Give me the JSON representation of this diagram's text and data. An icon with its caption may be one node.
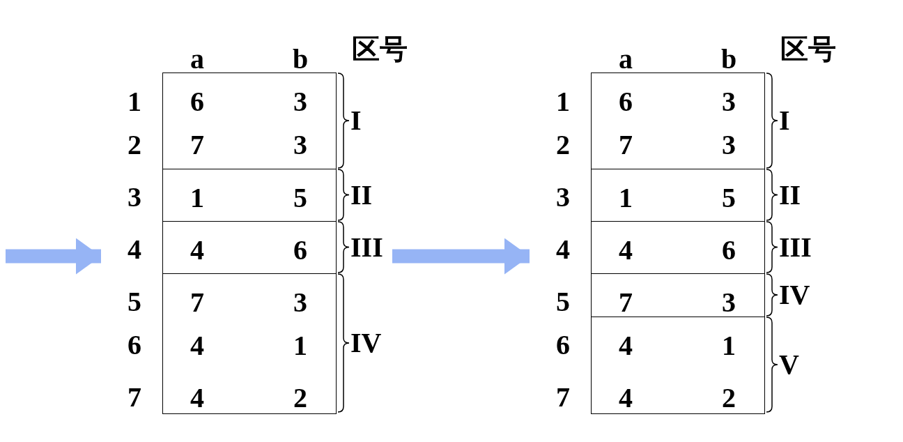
{
  "diagram": {
    "nodes": [
      {
        "text": [],
        "shape": "box"
      },
      {
        "text": [
          "6",
          "3",
          "7",
          "3"
        ],
        "in": 0,
        "beside": [
          "I"
        ]
      },
      {
        "text": [
          "1",
          "5"
        ],
        "in": 0,
        "beside": [
          "II"
        ]
      },
      {
        "text": [
          "4",
          "6"
        ],
        "in": 0,
        "beside": [
          "III"
        ]
      },
      {
        "text": [
          "7",
          "3",
          "4",
          "1",
          "4",
          "2"
        ],
        "in": 0,
        "beside": [
          "IV"
        ]
      },
      {
        "text": [],
        "shape": "box"
      },
      {
        "text": [
          "6",
          "3",
          "7",
          "3"
        ],
        "in": 5,
        "beside": [
          "I"
        ]
      },
      {
        "text": [
          "1",
          "5"
        ],
        "in": 5,
        "beside": [
          "II"
        ]
      },
      {
        "text": [
          "4",
          "6"
        ],
        "in": 5,
        "beside": [
          "III"
        ]
      },
      {
        "text": [
          "7",
          "3"
        ],
        "in": 5,
        "beside": [
          "IV"
        ]
      },
      {
        "text": [
          "4",
          "1",
          "4",
          "2"
        ],
        "in": 5,
        "beside": [
          "V"
        ]
      }
    ],
    "edges": [
      {
        "from": null,
        "to": 3,
        "arrow": "to"
      },
      {
        "from": 3,
        "to": 8,
        "arrow": "to"
      }
    ],
    "labels": [
      "a",
      "b",
      "区号",
      "1",
      "2",
      "3",
      "4",
      "5",
      "6",
      "7",
      "a",
      "b",
      "区号",
      "1",
      "2",
      "3",
      "4",
      "5",
      "6",
      "7"
    ]
  }
}
